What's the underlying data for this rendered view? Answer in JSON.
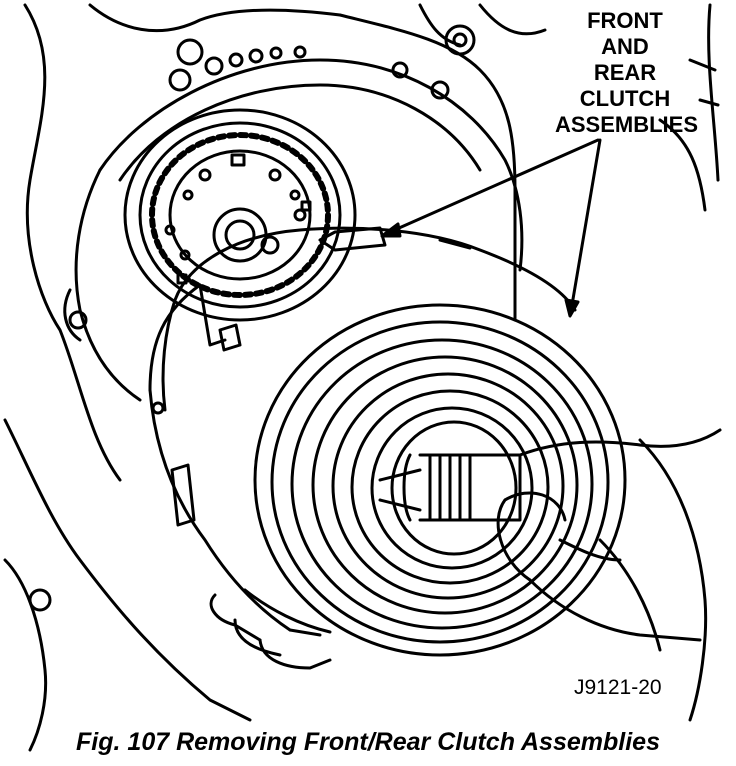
{
  "callout_label": {
    "lines": [
      "FRONT",
      "AND",
      "REAR",
      "CLUTCH",
      "ASSEMBLIES"
    ]
  },
  "figure_id": "J9121-20",
  "caption": "Fig. 107 Removing Front/Rear Clutch Assemblies",
  "colors": {
    "ink": "#000000",
    "paper": "#ffffff"
  }
}
